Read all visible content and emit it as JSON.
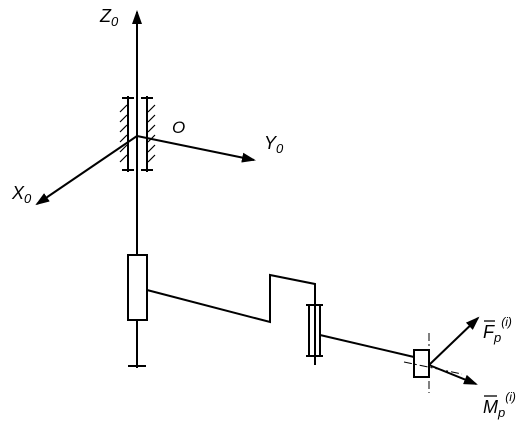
{
  "diagram": {
    "labels": {
      "z_axis": {
        "base": "Z",
        "sub": "0"
      },
      "y_axis": {
        "base": "Y",
        "sub": "0"
      },
      "x_axis": {
        "base": "X",
        "sub": "0"
      },
      "origin": "O",
      "force": {
        "base": "F",
        "sub": "p",
        "sup": "(i)"
      },
      "moment": {
        "base": "M",
        "sub": "p",
        "sup": "(i)"
      }
    }
  }
}
